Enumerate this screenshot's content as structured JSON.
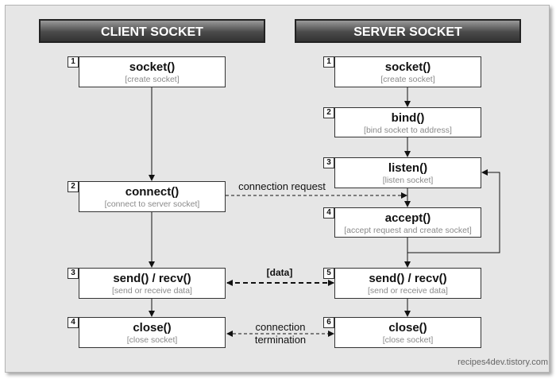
{
  "headers": {
    "client": "CLIENT SOCKET",
    "server": "SERVER SOCKET"
  },
  "client": [
    {
      "num": "1",
      "fn": "socket()",
      "desc": "[create socket]"
    },
    {
      "num": "2",
      "fn": "connect()",
      "desc": "[connect to server socket]"
    },
    {
      "num": "3",
      "fn": "send() / recv()",
      "desc": "[send or receive data]"
    },
    {
      "num": "4",
      "fn": "close()",
      "desc": "[close socket]"
    }
  ],
  "server": [
    {
      "num": "1",
      "fn": "socket()",
      "desc": "[create socket]"
    },
    {
      "num": "2",
      "fn": "bind()",
      "desc": "[bind socket to address]"
    },
    {
      "num": "3",
      "fn": "listen()",
      "desc": "[listen socket]"
    },
    {
      "num": "4",
      "fn": "accept()",
      "desc": "[accept request and create socket]"
    },
    {
      "num": "5",
      "fn": "send() / recv()",
      "desc": "[send or receive data]"
    },
    {
      "num": "6",
      "fn": "close()",
      "desc": "[close socket]"
    }
  ],
  "labels": {
    "connection_request": "connection  request",
    "data": "[data]",
    "termination_line1": "connection",
    "termination_line2": "termination"
  },
  "watermark": "recipes4dev.tistory.com"
}
